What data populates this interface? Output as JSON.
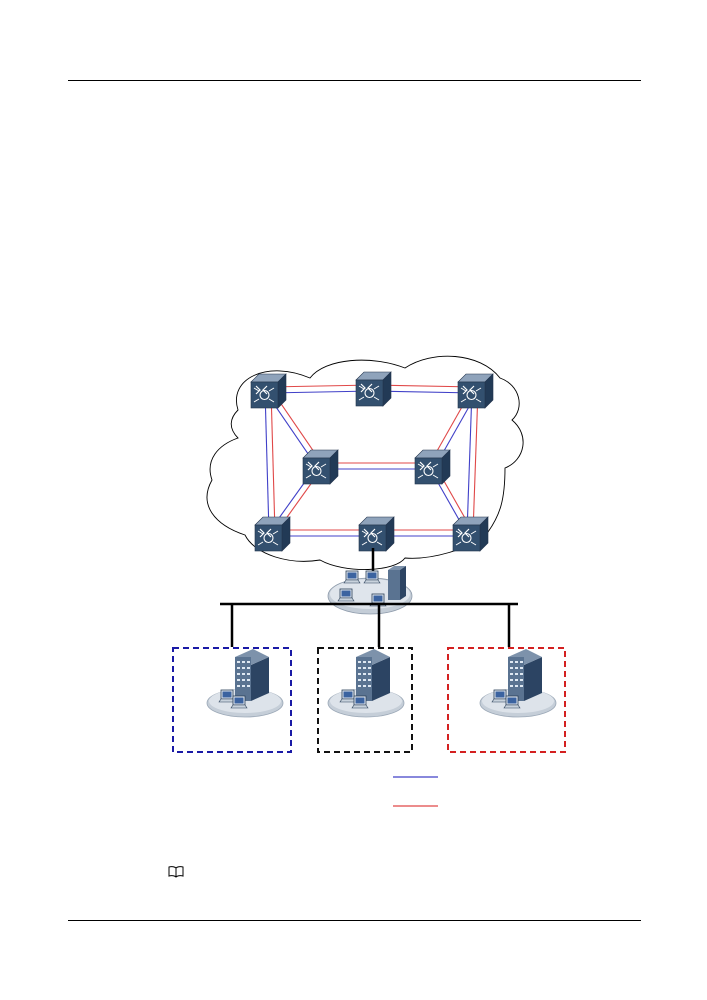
{
  "page": {
    "header_rule": true,
    "footer_rule": true
  },
  "diagram": {
    "icons": {
      "core_node": "network-switch-icon",
      "aggregation": "lan-workstations-icon",
      "site": "office-building-icon",
      "note": "book-icon"
    },
    "colors": {
      "blue_line": "#4040c8",
      "red_line": "#e04848",
      "site_blue": "#1a1aa6",
      "site_black": "#111111",
      "site_red": "#d42020",
      "switch_body": "#2f4a6c"
    },
    "core_nodes": [
      "n1",
      "n2",
      "n3",
      "n4",
      "n5",
      "n6",
      "n7",
      "n8"
    ],
    "sites": [
      "site-blue",
      "site-black",
      "site-red"
    ],
    "legend": [
      {
        "series": "blue",
        "label": ""
      },
      {
        "series": "red",
        "label": ""
      }
    ]
  }
}
